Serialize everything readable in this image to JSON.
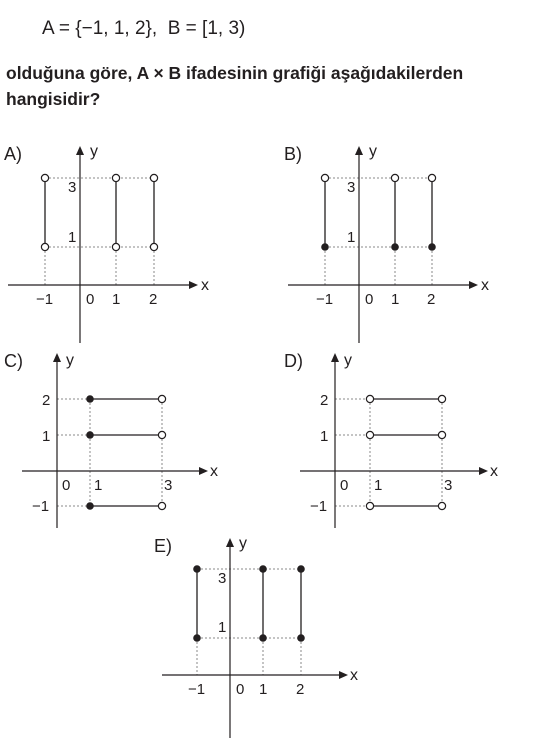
{
  "problem": {
    "sets": "A = {−1, 1, 2},  B = [1, 3)",
    "question_line1": "olduğuna göre, A × B ifadesinin grafiği aşağıdakilerden",
    "question_line2": "hangisidir?"
  },
  "options": [
    {
      "id": "A",
      "label": "A)",
      "orientation": "vertical",
      "x_ticks": [
        "−1",
        "0",
        "1",
        "2"
      ],
      "y_ticks": [
        "1",
        "3"
      ],
      "axis_x": "x",
      "axis_y": "y",
      "segments": [
        {
          "fixed": -1,
          "from": 1,
          "to": 3,
          "start_closed": false,
          "end_closed": false
        },
        {
          "fixed": 1,
          "from": 1,
          "to": 3,
          "start_closed": false,
          "end_closed": false
        },
        {
          "fixed": 2,
          "from": 1,
          "to": 3,
          "start_closed": false,
          "end_closed": false
        }
      ]
    },
    {
      "id": "B",
      "label": "B)",
      "orientation": "vertical",
      "x_ticks": [
        "−1",
        "0",
        "1",
        "2"
      ],
      "y_ticks": [
        "1",
        "3"
      ],
      "axis_x": "x",
      "axis_y": "y",
      "segments": [
        {
          "fixed": -1,
          "from": 1,
          "to": 3,
          "start_closed": true,
          "end_closed": false
        },
        {
          "fixed": 1,
          "from": 1,
          "to": 3,
          "start_closed": true,
          "end_closed": false
        },
        {
          "fixed": 2,
          "from": 1,
          "to": 3,
          "start_closed": true,
          "end_closed": false
        }
      ]
    },
    {
      "id": "C",
      "label": "C)",
      "orientation": "horizontal",
      "x_ticks": [
        "0",
        "1",
        "3"
      ],
      "y_ticks": [
        "−1",
        "1",
        "2"
      ],
      "axis_x": "x",
      "axis_y": "y",
      "segments": [
        {
          "fixed": 2,
          "from": 1,
          "to": 3,
          "start_closed": true,
          "end_closed": false
        },
        {
          "fixed": 1,
          "from": 1,
          "to": 3,
          "start_closed": true,
          "end_closed": false
        },
        {
          "fixed": -1,
          "from": 1,
          "to": 3,
          "start_closed": true,
          "end_closed": false
        }
      ]
    },
    {
      "id": "D",
      "label": "D)",
      "orientation": "horizontal",
      "x_ticks": [
        "0",
        "1",
        "3"
      ],
      "y_ticks": [
        "−1",
        "1",
        "2"
      ],
      "axis_x": "x",
      "axis_y": "y",
      "segments": [
        {
          "fixed": 2,
          "from": 1,
          "to": 3,
          "start_closed": false,
          "end_closed": false
        },
        {
          "fixed": 1,
          "from": 1,
          "to": 3,
          "start_closed": false,
          "end_closed": false
        },
        {
          "fixed": -1,
          "from": 1,
          "to": 3,
          "start_closed": false,
          "end_closed": false
        }
      ]
    },
    {
      "id": "E",
      "label": "E)",
      "orientation": "vertical",
      "x_ticks": [
        "−1",
        "0",
        "1",
        "2"
      ],
      "y_ticks": [
        "1",
        "3"
      ],
      "axis_x": "x",
      "axis_y": "y",
      "segments": [
        {
          "fixed": -1,
          "from": 1,
          "to": 3,
          "start_closed": true,
          "end_closed": true
        },
        {
          "fixed": 1,
          "from": 1,
          "to": 3,
          "start_closed": true,
          "end_closed": true
        },
        {
          "fixed": 2,
          "from": 1,
          "to": 3,
          "start_closed": true,
          "end_closed": true
        }
      ]
    }
  ],
  "colors": {
    "ink": "#231f20",
    "guide": "#8a8a8a",
    "paper": "#ffffff"
  }
}
